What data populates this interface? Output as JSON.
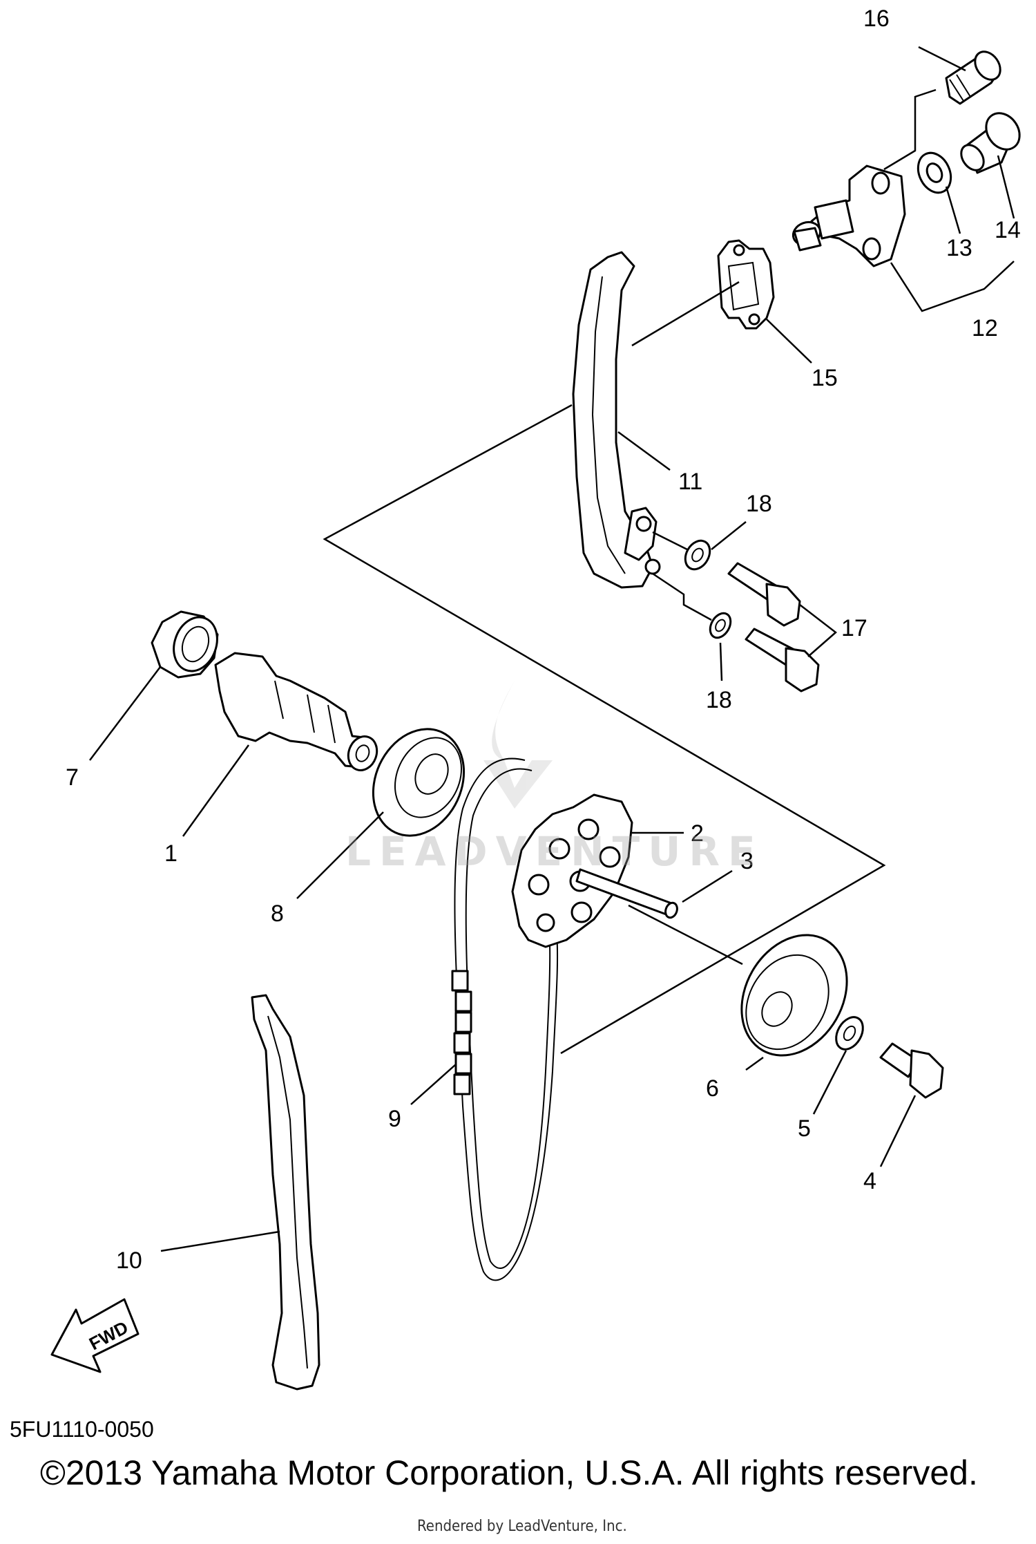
{
  "diagram": {
    "callouts": [
      "1",
      "2",
      "3",
      "4",
      "5",
      "6",
      "7",
      "8",
      "9",
      "10",
      "11",
      "12",
      "13",
      "14",
      "15",
      "16",
      "17",
      "18",
      "18"
    ],
    "fwd_label": "FWD",
    "watermark": "LEADVENTURE",
    "drawing_code": "5FU1110-0050",
    "copyright": "©2013 Yamaha Motor Corporation, U.S.A. All rights reserved.",
    "render_credit": "Rendered by LeadVenture, Inc."
  }
}
